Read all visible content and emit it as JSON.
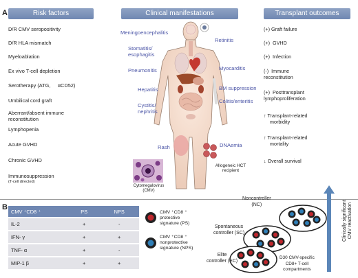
{
  "panel_a": {
    "letter": "A"
  },
  "panel_b": {
    "letter": "B"
  },
  "headers": {
    "risk": "Risk factors",
    "clinical": "Clinical manifestations",
    "transplant": "Transplant outcomes"
  },
  "risk_factors": [
    {
      "text": "D/R CMV seropositivity"
    },
    {
      "text": "D/R HLA mismatch"
    },
    {
      "text": "Myeloablation"
    },
    {
      "text": "Ex vivo T-cell depletion"
    },
    {
      "text": "Serotherapy (ATG,     αCD52)"
    },
    {
      "text": "Umbilical cord graft"
    },
    {
      "text": "Aberrant/absent immune",
      "text2": "reconstitution"
    },
    {
      "text": "Lymphopenia"
    },
    {
      "text": "Acute GVHD"
    },
    {
      "text": "Chronic GVHD"
    },
    {
      "text": "Immunosuppression",
      "text2": "(T-cell directed)"
    }
  ],
  "clinical": {
    "left": [
      "Meningoencephalitis",
      "Stomatitis/",
      "esophagitis",
      "Pneumonitis",
      "Hepatitis",
      "Cystitis/",
      "nephritis",
      "Rash"
    ],
    "right": [
      "Retinitis",
      "Myocarditis",
      "BM suppression",
      "Colitis/enteritis",
      "DNAemia"
    ],
    "cmv_caption_1": "Cytomegalovirus",
    "cmv_caption_2": "(CMV)",
    "recipient_1": "Allogeneic HCT",
    "recipient_2": "recipient"
  },
  "outcomes": [
    {
      "text": "(+) Graft failure"
    },
    {
      "text": "(+)  GVHD"
    },
    {
      "text": "(+)  Infection"
    },
    {
      "text": "(-)  Immune",
      "text2": "reconstitution"
    },
    {
      "text": "(+)  Posttransplant",
      "text2": "lymphoproliferation"
    },
    {
      "text": "↑ Transplant-related",
      "text2": "morbidity"
    },
    {
      "text": "↑ Transplant-related",
      "text2": "mortality"
    },
    {
      "text": "↓ Overall survival"
    }
  ],
  "table": {
    "headers": [
      "CMV ⁺CD8 ⁺",
      "PS",
      "NPS"
    ],
    "rows": [
      [
        "IL-2",
        "+",
        "-"
      ],
      [
        "IFN- γ",
        "+",
        "+"
      ],
      [
        "TNF- α",
        "+",
        "-"
      ],
      [
        "MIP-1  β",
        "+",
        "+"
      ]
    ]
  },
  "legend": {
    "ps_1": "CMV ⁺CD8 ⁺",
    "ps_2": "protective",
    "ps_3": "signature (PS)",
    "nps_1": "CMV ⁺CD8 ⁺",
    "nps_2": "nonprotective",
    "nps_3": "signature (NPS)"
  },
  "controllers": {
    "nc_1": "Noncontroller",
    "nc_2": "(NC)",
    "sc_1": "Spontaneous",
    "sc_2": "controller (SC)",
    "ec_1": "Elite",
    "ec_2": "controller (EC)",
    "d30_1": "D30 CMV-specific",
    "d30_2": "CD8+ T-cell",
    "d30_3": "compartments",
    "arrow_1": "Clinically significant",
    "arrow_2": "CMV reactivation"
  },
  "colors": {
    "header": "#6f87b2",
    "clinical_text": "#4a54a6",
    "ps_cell": "#c0272d",
    "nps_cell": "#2f7fb8",
    "arrow": "#5b86b8"
  }
}
